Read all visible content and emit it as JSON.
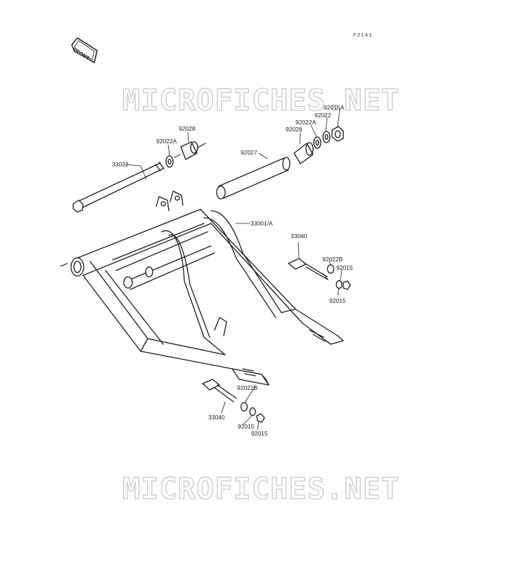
{
  "figure_code": "F2141",
  "front_marker": "FRONT",
  "watermark": "MICROFICHES.NET",
  "labels": {
    "p33032": "33032",
    "p92022A_left": "92022A",
    "p92028_left": "92028",
    "p92027": "92027",
    "p92028_right": "92028",
    "p92022A_right": "92022A",
    "p92022_right": "92022",
    "p92015A": "92015A",
    "p33001A": "33001/A",
    "p33040_upper": "33040",
    "p92022B_upper": "92022B",
    "p92015_upper_a": "92015",
    "p92015_upper_b": "92015",
    "p92022B_lower": "92022B",
    "p33040_lower": "33040",
    "p92015_lower_a": "92015",
    "p92015_lower_b": "92015"
  }
}
